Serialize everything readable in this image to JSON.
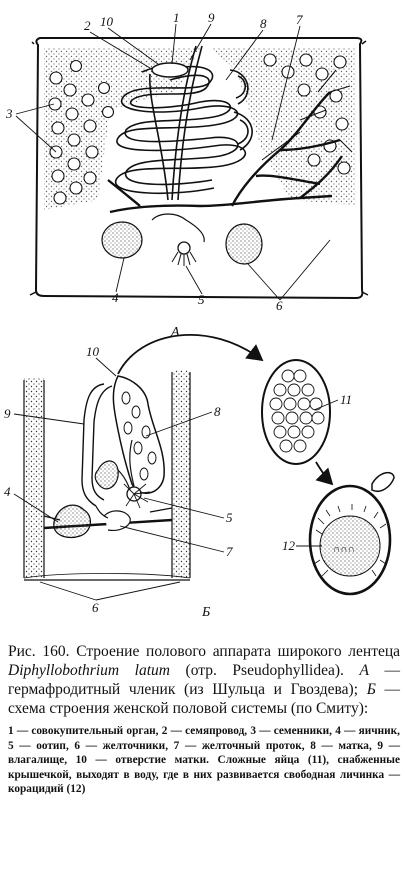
{
  "labels_a": [
    "1",
    "2",
    "3",
    "4",
    "5",
    "6",
    "7",
    "8",
    "9",
    "10"
  ],
  "labels_b": [
    "4",
    "5",
    "6",
    "7",
    "8",
    "9",
    "10",
    "11",
    "12"
  ],
  "panel_a": "A",
  "panel_b": "Б",
  "caption": {
    "fig": "Рис. 160.",
    "text1": "Строение полового аппарата широкого лентеца",
    "species": "Diphyllobothrium latum",
    "text2": "(отр. Pseudophyllidea).",
    "a_mark": "А",
    "text3": "— гермафродитный членик (из Шульца и Гвоздева);",
    "b_mark": "Б",
    "text4": "— схема строения женской половой системы (по Смиту):"
  },
  "legend": "1 — совокупительный орган, 2 — семяпровод, 3 — семенники, 4 — яичник, 5 — оотип, 6 — желточники, 7 — желточный проток, 8 — матка, 9 — влагалище, 10 — отверстие матки. Сложные яйца (11), снабженные крышечкой, выходят в воду, где в них развивается свободная личинка — корацидий (12)"
}
